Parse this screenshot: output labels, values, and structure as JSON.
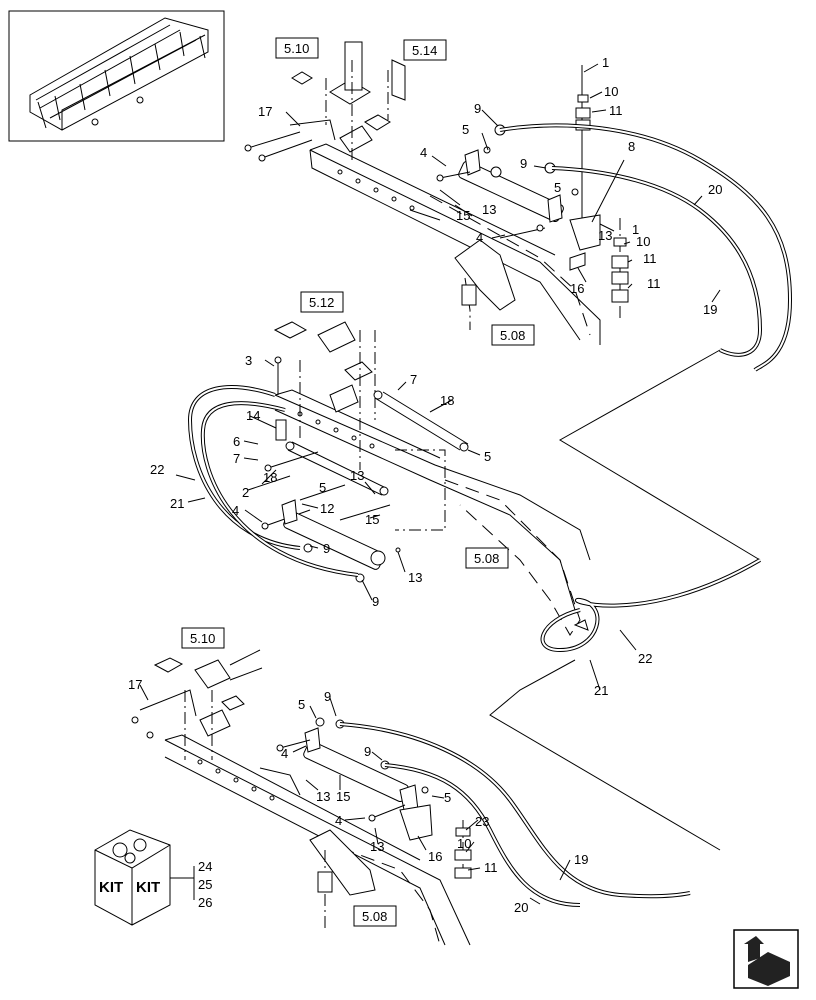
{
  "page_refs": {
    "r510a": "5.10",
    "r514": "5.14",
    "r512": "5.12",
    "r508a": "5.08",
    "r508b": "5.08",
    "r510b": "5.10",
    "r508c": "5.08"
  },
  "callouts": {
    "c1a": "1",
    "c10a": "10",
    "c11a": "11",
    "c9a": "9",
    "c8": "8",
    "c17a": "17",
    "c5a": "5",
    "c4a": "4",
    "c9b": "9",
    "c5b": "5",
    "c20a": "20",
    "c13a": "13",
    "c15a": "15",
    "c1b": "1",
    "c4b": "4",
    "c13b": "13",
    "c10b": "10",
    "c11b": "11",
    "c11c": "11",
    "c16a": "16",
    "c19a": "19",
    "c3": "3",
    "c7a": "7",
    "c18a": "18",
    "c14": "14",
    "c6": "6",
    "c7b": "7",
    "c5c": "5",
    "c22a": "22",
    "c18b": "18",
    "c2": "2",
    "c5d": "5",
    "c13c": "13",
    "c21a": "21",
    "c12": "12",
    "c4c": "4",
    "c15b": "15",
    "c9c": "9",
    "c13d": "13",
    "c9d": "9",
    "c22b": "22",
    "c21b": "21",
    "c17b": "17",
    "c5e": "5",
    "c9e": "9",
    "c4d": "4",
    "c9f": "9",
    "c13e": "13",
    "c15c": "15",
    "c5f": "5",
    "c4e": "4",
    "c23": "23",
    "c13f": "13",
    "c16b": "16",
    "c10c": "10",
    "c11d": "11",
    "c19b": "19",
    "c20b": "20",
    "c24": "24",
    "c25": "25",
    "c26": "26"
  },
  "kit_box": {
    "left_label": "KIT",
    "right_label": "KIT"
  }
}
